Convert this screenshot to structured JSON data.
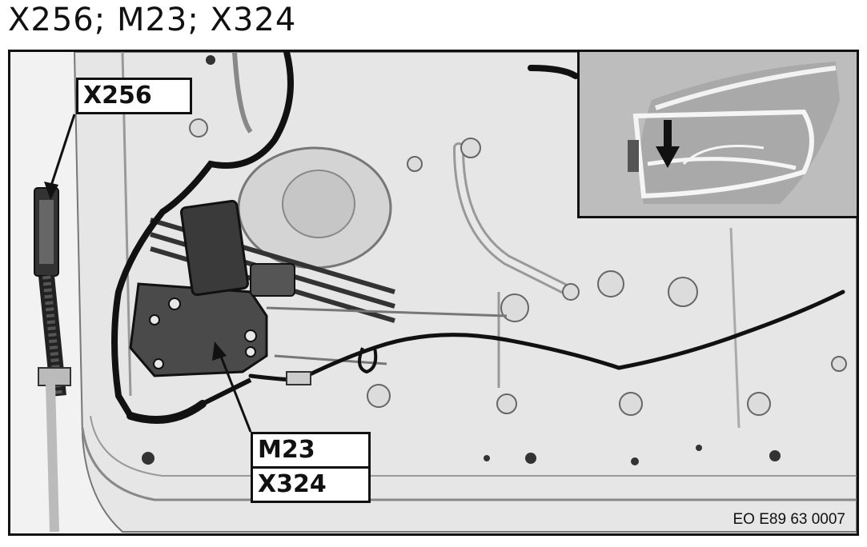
{
  "title": "X256; M23; X324",
  "labels": {
    "x256": "X256",
    "m23": "M23",
    "x324": "X324"
  },
  "reference_code": "EO E89 63 0007"
}
